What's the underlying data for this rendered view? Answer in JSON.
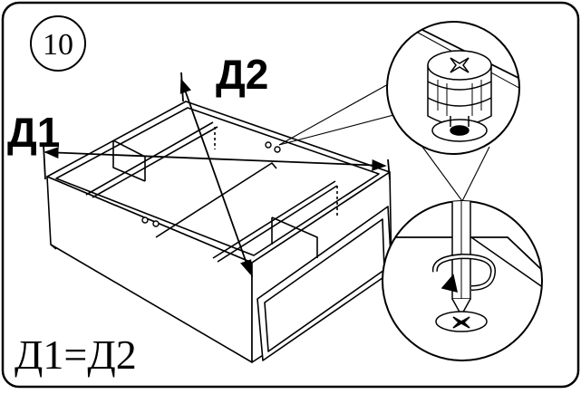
{
  "step": {
    "number": "10"
  },
  "labels": {
    "diagonal_1": "Д1",
    "diagonal_2": "Д2",
    "equation": "Д1=Д2"
  },
  "callouts": [
    {
      "name": "cam-lock-fitting",
      "icon": "cam-lock-icon"
    },
    {
      "name": "tighten-cam-lock",
      "icon": "rotate-arrow-icon"
    }
  ],
  "colors": {
    "ink": "#000000",
    "paper": "#ffffff"
  }
}
